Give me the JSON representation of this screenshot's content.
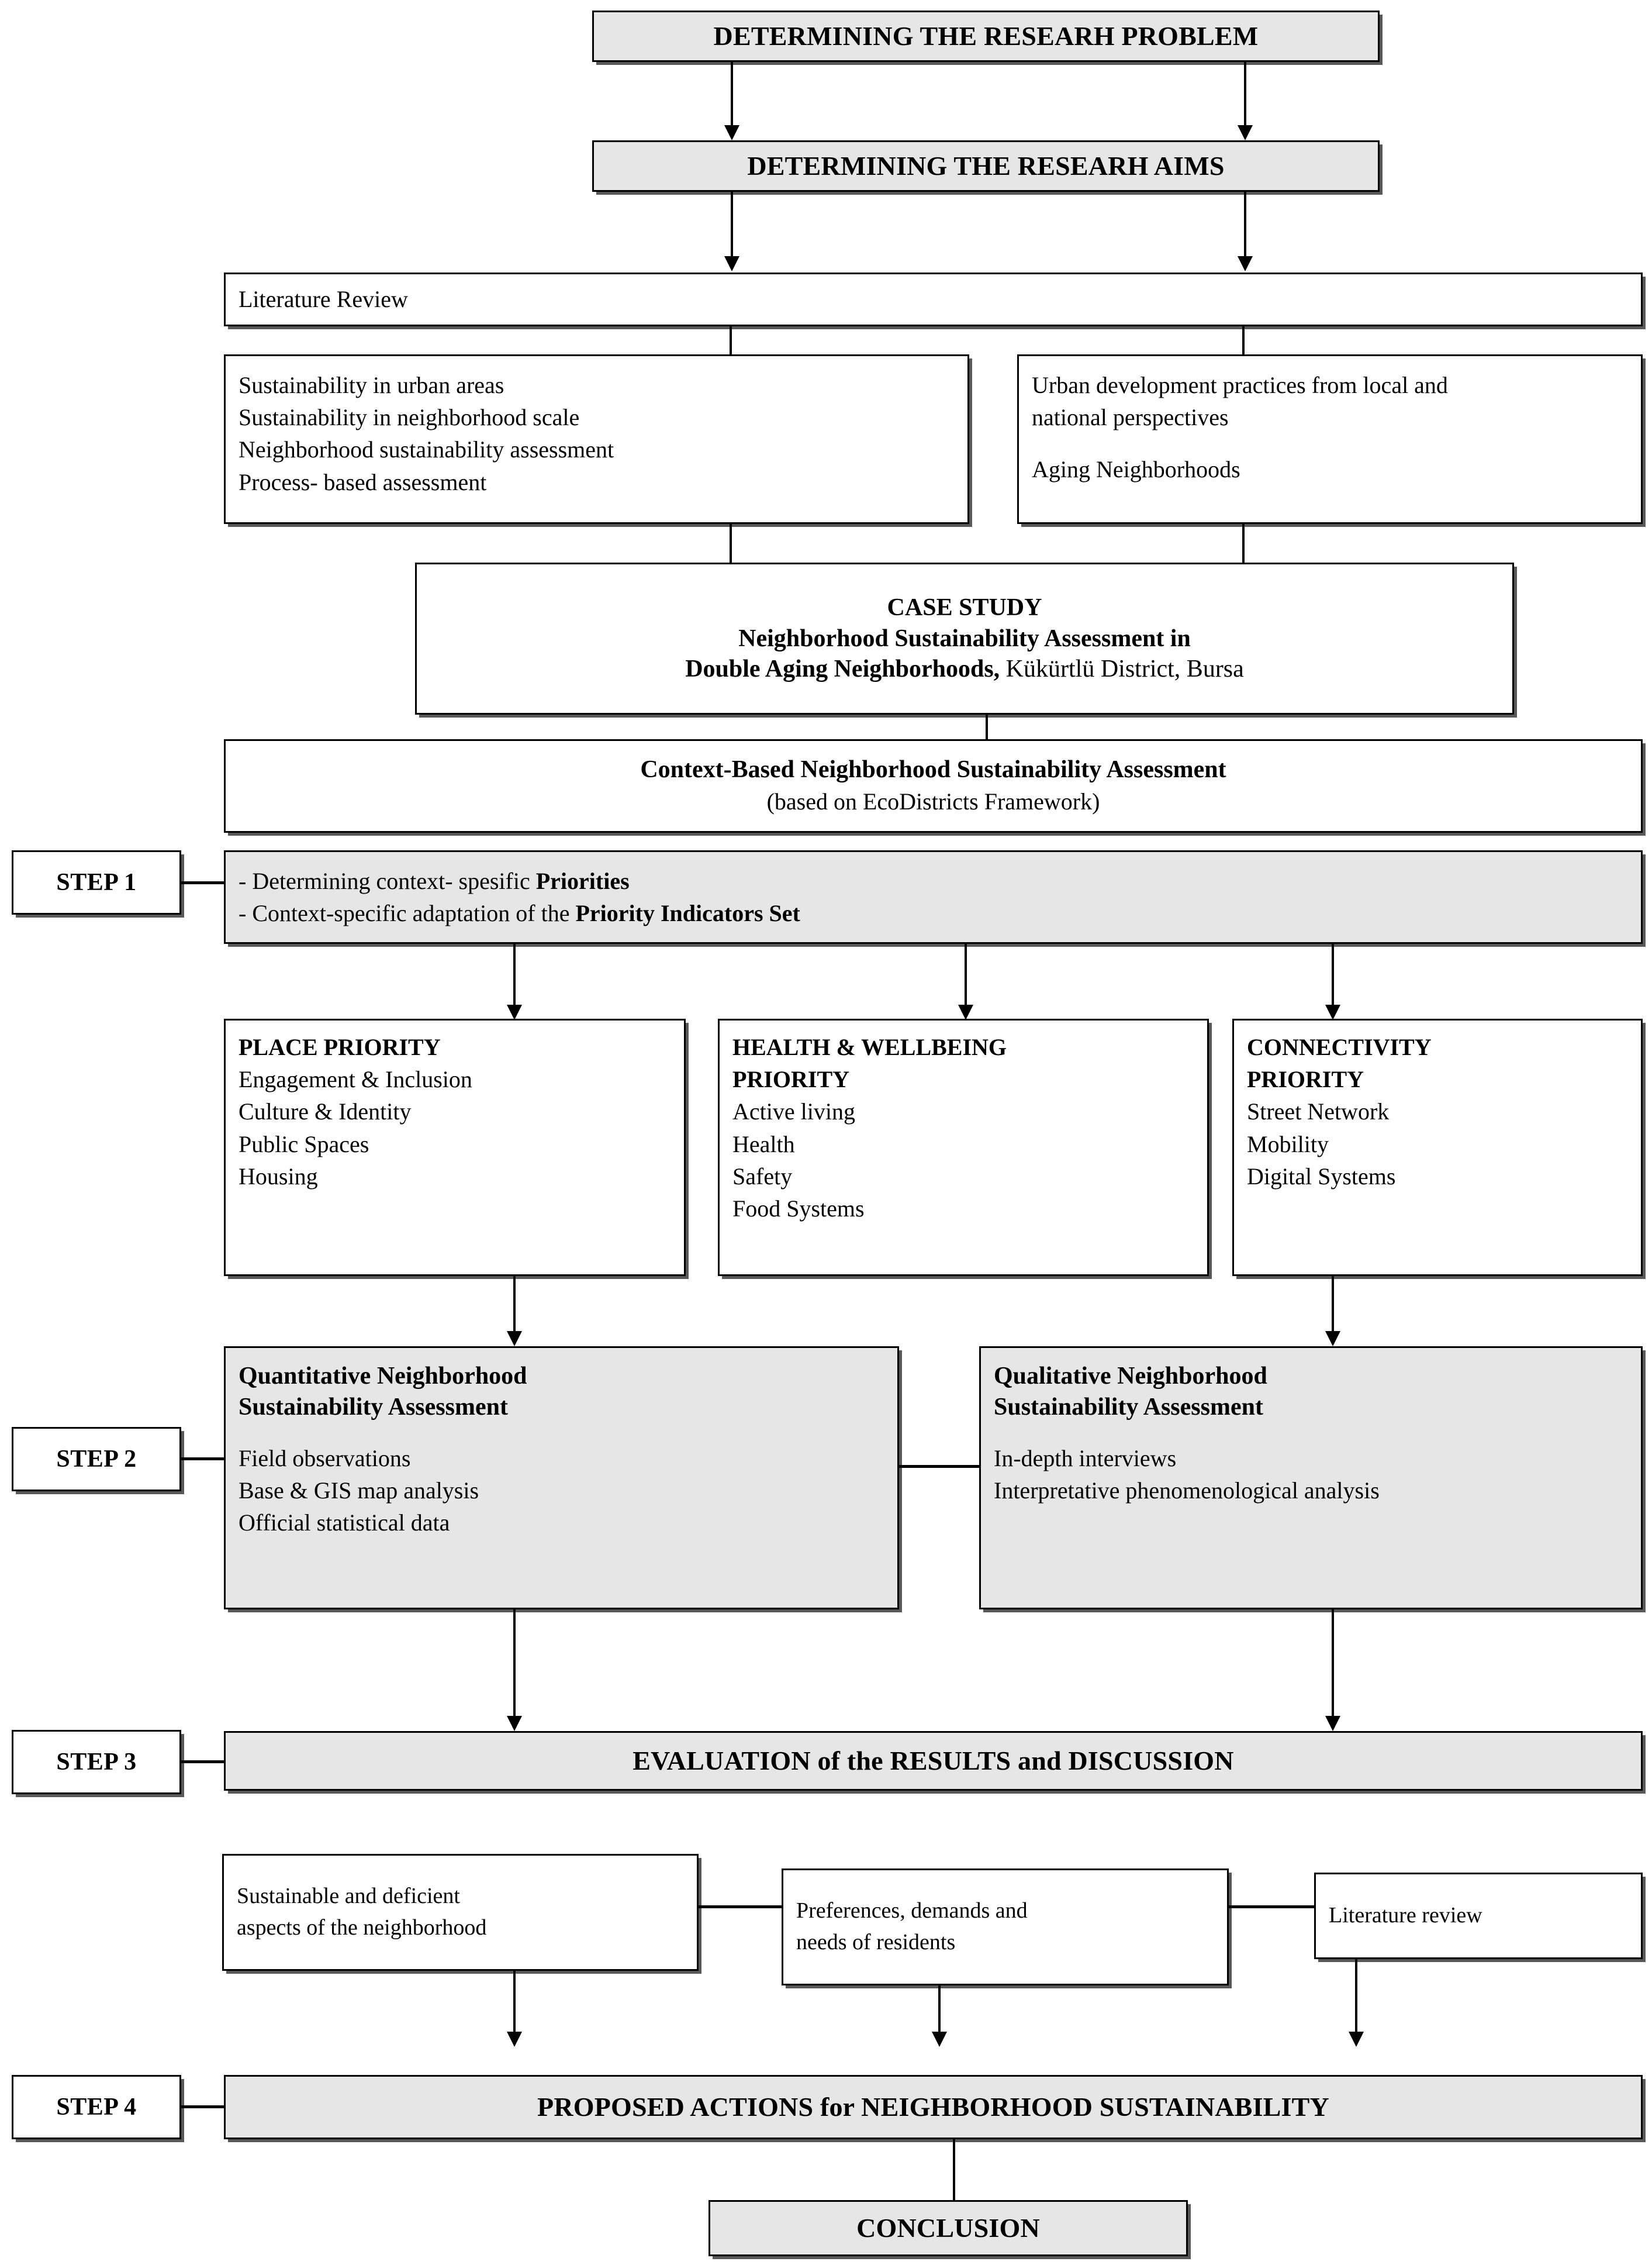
{
  "diagram": {
    "title": "Research methodology flowchart",
    "colors": {
      "shaded_fill": "#e6e6e6",
      "plain_fill": "#ffffff",
      "stroke": "#000000"
    },
    "nodes": {
      "research_problem": "DETERMINING THE RESEARH PROBLEM",
      "research_aims": "DETERMINING THE RESEARH AIMS",
      "literature_review_header": "Literature Review",
      "lit_left": [
        "Sustainability in urban areas",
        "Sustainability in neighborhood scale",
        "Neighborhood sustainability assessment",
        "Process- based assessment"
      ],
      "lit_right": [
        "Urban development practices from local and",
        "national perspectives",
        "",
        "Aging Neighborhoods"
      ],
      "case_study": {
        "line1": "CASE STUDY",
        "line2": "Neighborhood Sustainability Assessment in",
        "line3_bold": "Double Aging Neighborhoods,",
        "line3_rest": " Kükürtlü District, Bursa"
      },
      "context_based": {
        "line1": "Context-Based Neighborhood Sustainability Assessment",
        "line2": "(based on EcoDistricts Framework)"
      },
      "step1": {
        "label": "STEP 1",
        "bullet1_plain": "- Determining context- spesific ",
        "bullet1_bold": "Priorities",
        "bullet2_plain": "- Context-specific adaptation of the ",
        "bullet2_bold": "Priority Indicators Set"
      },
      "priorities": [
        {
          "heading": "PLACE PRIORITY",
          "heading2": "",
          "items": [
            "Engagement & Inclusion",
            "Culture & Identity",
            "Public Spaces",
            "Housing"
          ]
        },
        {
          "heading": "HEALTH & WELLBEING",
          "heading2": "PRIORITY",
          "items": [
            "Active living",
            "Health",
            "Safety",
            "Food Systems"
          ]
        },
        {
          "heading": "CONNECTIVITY",
          "heading2": "PRIORITY",
          "items": [
            "Street Network",
            "Mobility",
            "Digital Systems"
          ]
        }
      ],
      "step2": {
        "label": "STEP 2",
        "quantitative": {
          "title1": "Quantitative Neighborhood",
          "title2": "Sustainability Assessment",
          "items": [
            "Field observations",
            "Base & GIS map analysis",
            "Official statistical data"
          ]
        },
        "qualitative": {
          "title1": "Qualitative Neighborhood",
          "title2": "Sustainability Assessment",
          "items": [
            "In-depth interviews",
            "Interpretative phenomenological analysis"
          ]
        }
      },
      "step3": {
        "label": "STEP 3",
        "title": "EVALUATION of the RESULTS and DISCUSSION"
      },
      "results": [
        {
          "line1": "Sustainable and deficient",
          "line2": "aspects of the neighborhood"
        },
        {
          "line1": "Preferences, demands and",
          "line2": "needs of residents"
        },
        {
          "line1": "Literature review",
          "line2": ""
        }
      ],
      "step4": {
        "label": "STEP 4",
        "title": "PROPOSED ACTIONS for NEIGHBORHOOD SUSTAINABILITY"
      },
      "conclusion": "CONCLUSION"
    }
  }
}
